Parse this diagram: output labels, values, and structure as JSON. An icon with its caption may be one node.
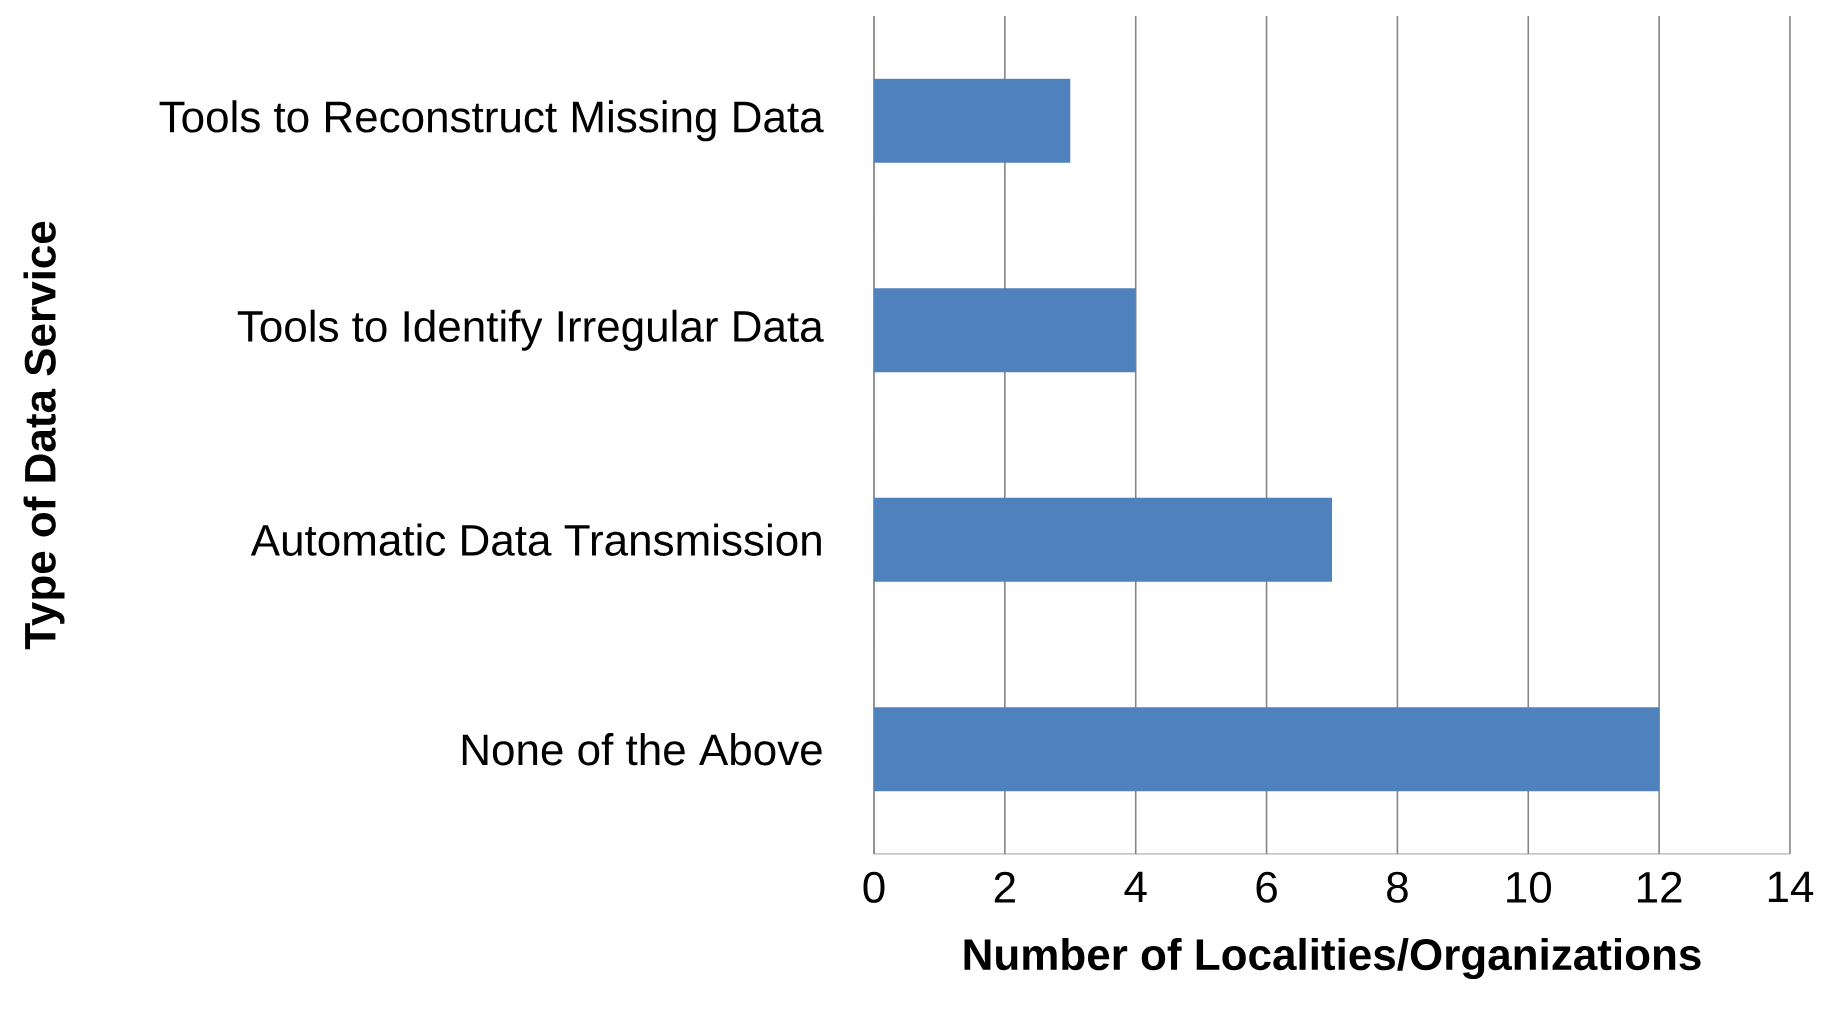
{
  "diagram": {
    "chart_data": {
      "type": "bar",
      "orientation": "horizontal",
      "xlabel": "Number of Localities/Organizations",
      "ylabel": "Type of Data Service",
      "categories": [
        "Tools to Reconstruct Missing Data",
        "Tools to Identify Irregular Data",
        "Automatic Data Transmission",
        "None of the Above"
      ],
      "series": [
        {
          "color": "#4f81bd",
          "values": [
            3,
            4,
            7,
            12
          ]
        }
      ],
      "xlim": [
        0,
        14
      ],
      "grid": "vertical",
      "xticks": [
        0,
        2,
        4,
        6,
        8,
        10,
        12,
        14
      ]
    }
  }
}
